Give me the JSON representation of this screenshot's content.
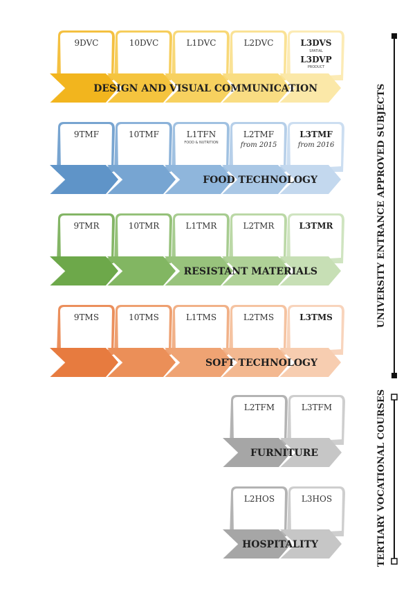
{
  "tracks": [
    {
      "id": "dvc",
      "title": "DESIGN AND VISUAL COMMUNICATION",
      "palette": [
        "#f2b51e",
        "#f5c43e",
        "#f7d15f",
        "#f9dd82",
        "#fbe8a8"
      ],
      "tabs": [
        {
          "code": "9DVC"
        },
        {
          "code": "10DVC"
        },
        {
          "code": "L1DVC"
        },
        {
          "code": "L2DVC"
        },
        {
          "code": "L3DVS",
          "sub": "SPATIAL",
          "code2": "L3DVP",
          "sub2": "PRODUCT",
          "bold": true
        }
      ]
    },
    {
      "id": "tmf",
      "title": "FOOD TECHNOLOGY",
      "palette": [
        "#5f94c8",
        "#77a5d2",
        "#8fb6dc",
        "#a9c7e5",
        "#c3d8ee"
      ],
      "tabs": [
        {
          "code": "9TMF"
        },
        {
          "code": "10TMF"
        },
        {
          "code": "L1TFN",
          "sub": "FOOD & NUTRITION"
        },
        {
          "code": "L2TMF",
          "note": "from 2015"
        },
        {
          "code": "L3TMF",
          "note": "from 2016",
          "bold": true
        }
      ]
    },
    {
      "id": "tmr",
      "title": "RESISTANT MATERIALS",
      "palette": [
        "#6da84a",
        "#82b662",
        "#98c37c",
        "#afd197",
        "#c7dfb5"
      ],
      "tabs": [
        {
          "code": "9TMR"
        },
        {
          "code": "10TMR"
        },
        {
          "code": "L1TMR"
        },
        {
          "code": "L2TMR"
        },
        {
          "code": "L3TMR",
          "bold": true
        }
      ]
    },
    {
      "id": "tms",
      "title": "SOFT TECHNOLOGY",
      "palette": [
        "#e77b3f",
        "#eb8f58",
        "#efa373",
        "#f3b890",
        "#f7cdb0"
      ],
      "tabs": [
        {
          "code": "9TMS"
        },
        {
          "code": "10TMS"
        },
        {
          "code": "L1TMS"
        },
        {
          "code": "L2TMS"
        },
        {
          "code": "L3TMS",
          "bold": true
        }
      ]
    },
    {
      "id": "tfm",
      "title": "FURNITURE",
      "palette": [
        "#a6a6a6",
        "#c6c6c6"
      ],
      "tabs": [
        {
          "code": "L2TFM"
        },
        {
          "code": "L3TFM"
        }
      ]
    },
    {
      "id": "hos",
      "title": "HOSPITALITY",
      "palette": [
        "#a6a6a6",
        "#c6c6c6"
      ],
      "tabs": [
        {
          "code": "L2HOS"
        },
        {
          "code": "L3HOS"
        }
      ]
    }
  ],
  "side_labels": {
    "university": "UNIVERSITY ENTRANCE APPROVED SUBJECTS",
    "tertiary": "TERTIARY VOCATIONAL COURSES"
  },
  "colors": {
    "bracket": "#111111",
    "tab_fill": "#ffffff"
  }
}
